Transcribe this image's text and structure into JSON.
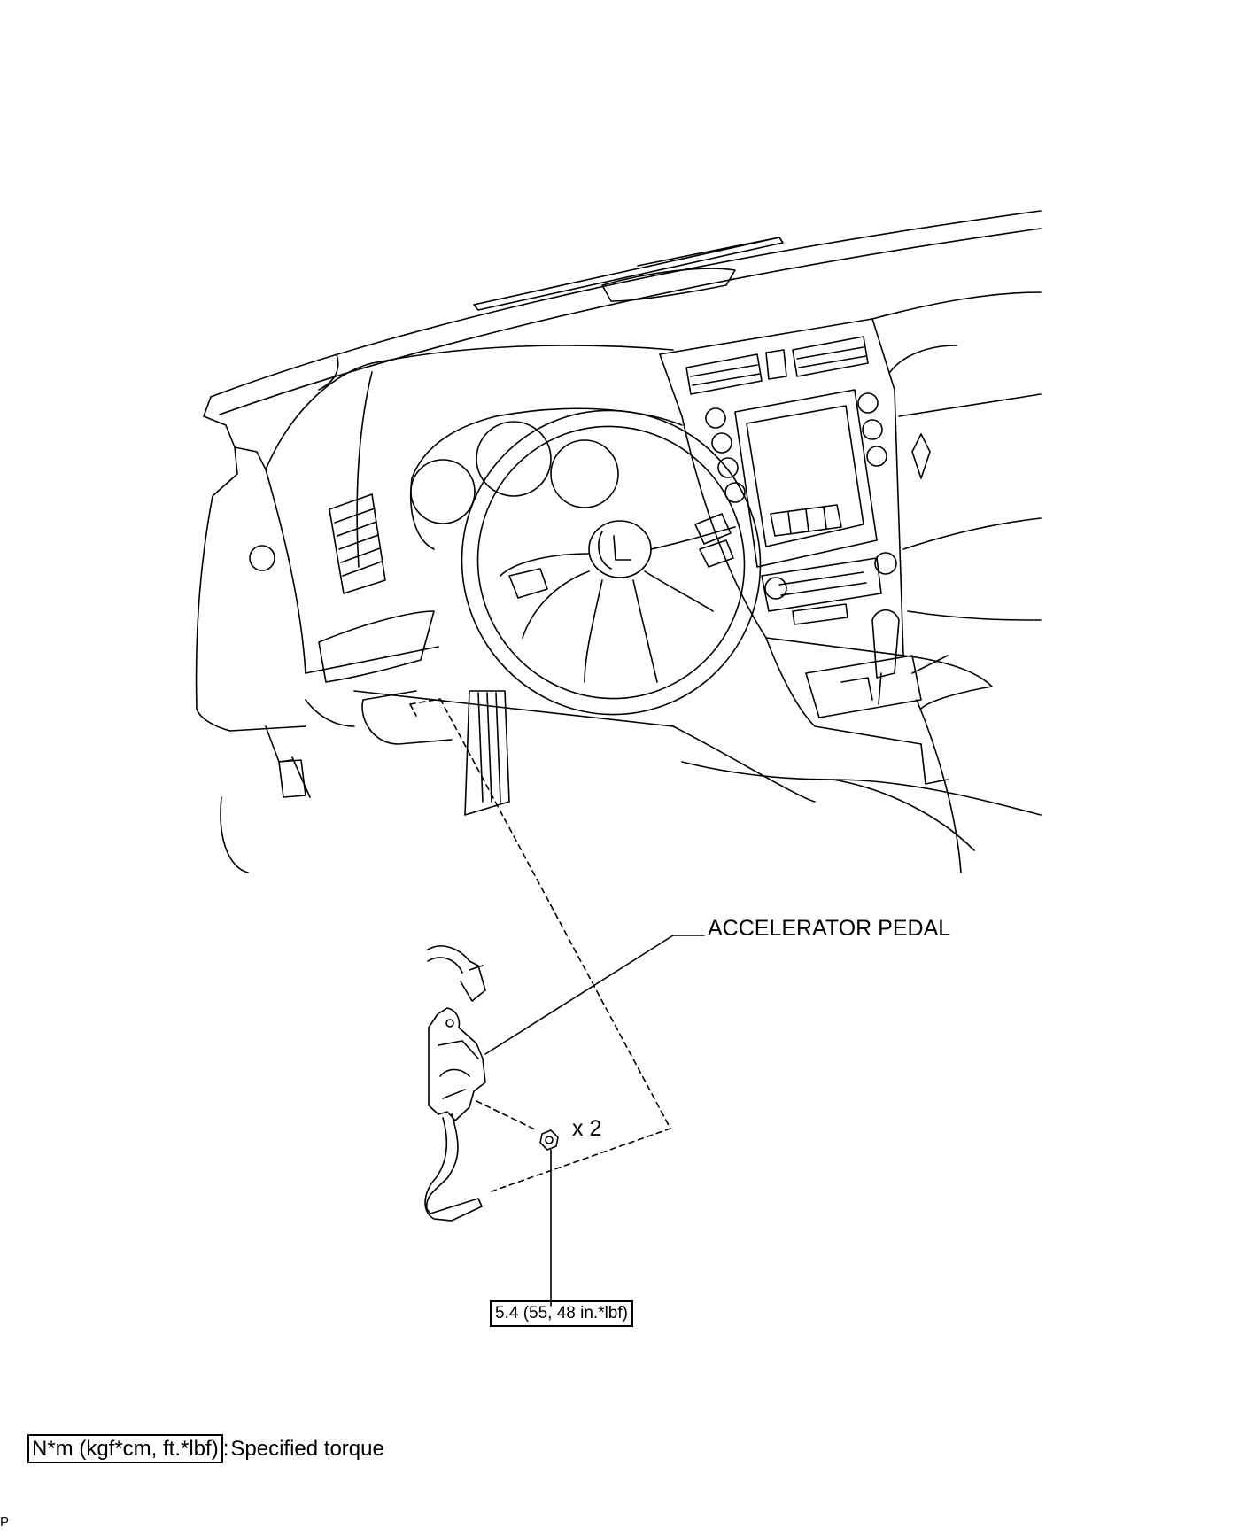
{
  "labels": {
    "part_name": "ACCELERATOR PEDAL",
    "quantity": "x 2",
    "torque_value": "5.4 (55, 48 in.*lbf)"
  },
  "legend": {
    "unit_box": "N*m (kgf*cm, ft.*lbf)",
    "separator": ":",
    "description": "Specified torque"
  },
  "corner_code": "P"
}
